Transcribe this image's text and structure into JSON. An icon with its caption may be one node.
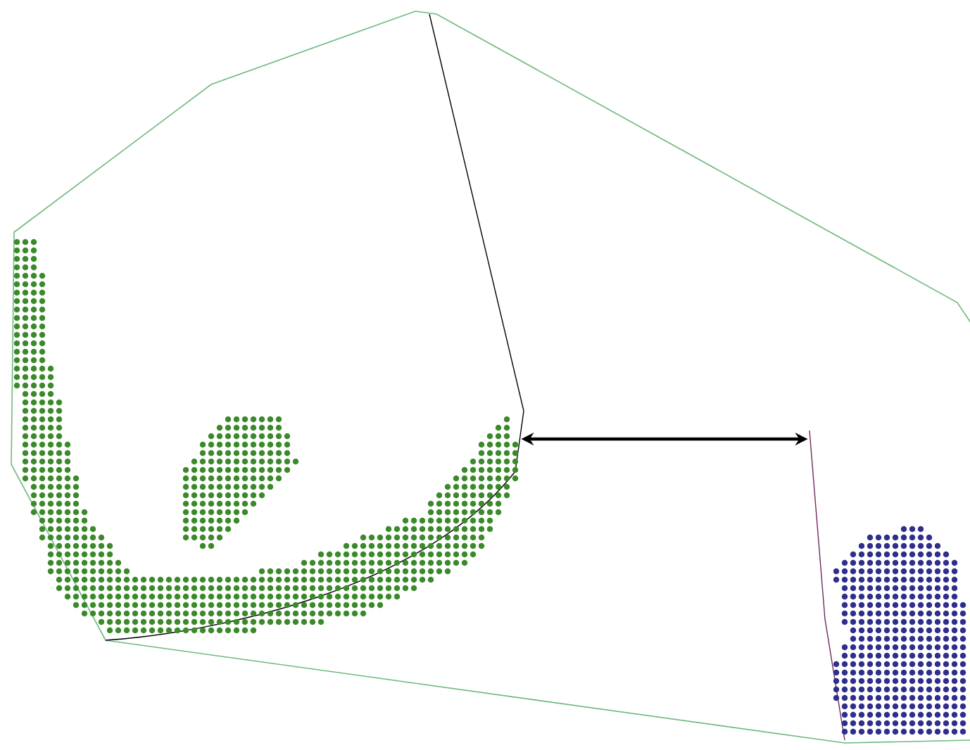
{
  "diagram": {
    "nodes": [
      {
        "text": [],
        "shape": "picture"
      },
      {
        "text": [],
        "shape": "picture"
      }
    ],
    "edges": [
      {
        "from": 0,
        "to": 1,
        "arrow": "both"
      }
    ]
  }
}
